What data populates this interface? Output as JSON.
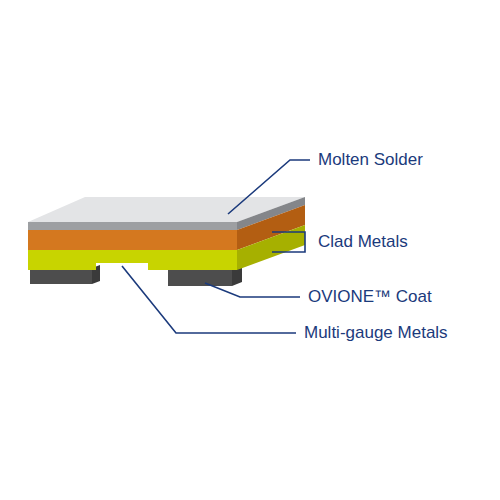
{
  "diagram": {
    "labels": [
      "Molten Solder",
      "Clad Metals",
      "OVIONE™ Coat",
      "Multi-gauge Metals"
    ]
  }
}
